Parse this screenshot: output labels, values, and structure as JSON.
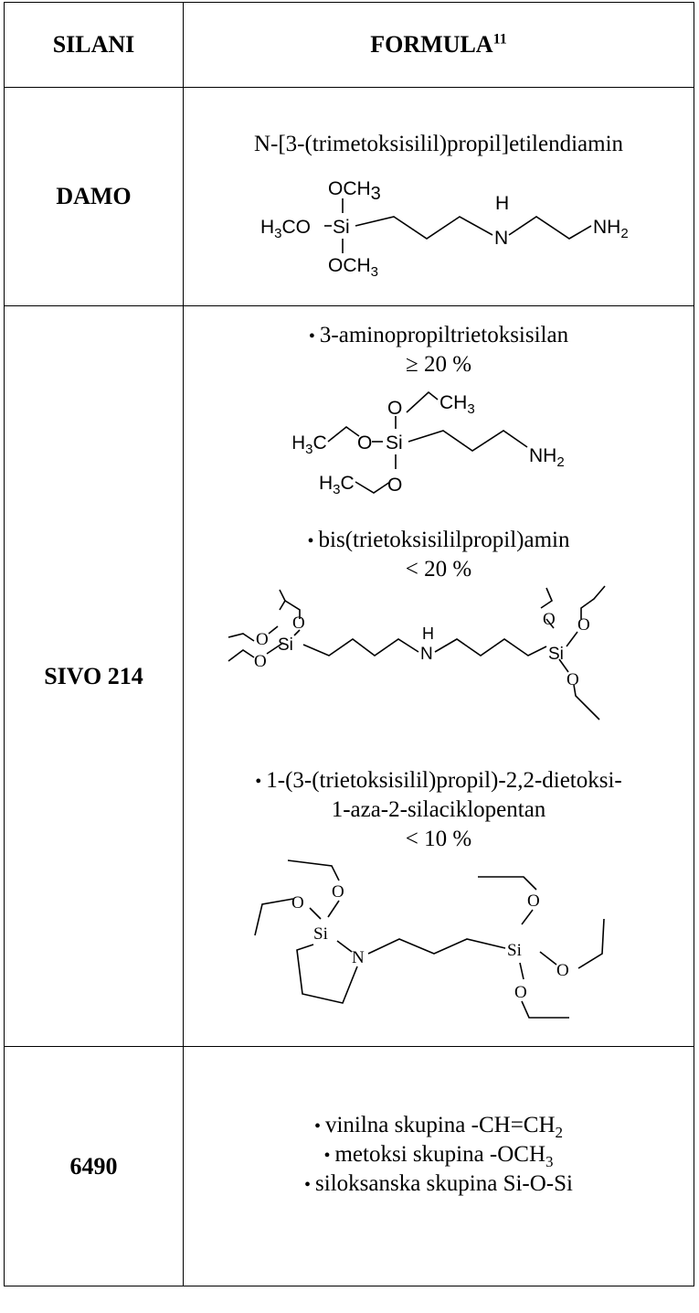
{
  "header": {
    "col1": "SILANI",
    "col2": "FORMULA",
    "col2_sup": "11"
  },
  "rows": [
    {
      "name": "DAMO",
      "compounds": [
        {
          "label": "N-[3-(trimetoksisilil)propil]etilendiamin",
          "atoms": {
            "och3_top": "OCH",
            "och3_top_sub": "3",
            "h3co": "H",
            "h3co_sub": "3",
            "h3co_rest": "CO",
            "si": "Si",
            "och3_bot": "OCH",
            "och3_bot_sub": "3",
            "nh_h": "H",
            "n": "N",
            "nh2": "NH",
            "nh2_sub": "2"
          }
        }
      ]
    },
    {
      "name": "SIVO 214",
      "compounds": [
        {
          "label": "3-aminopropiltrietoksisilan",
          "amount": "≥ 20 %",
          "atoms": {
            "o_top": "O",
            "ch3": "CH",
            "ch3_sub": "3",
            "h3c_a": "H",
            "h3c_a_sub": "3",
            "h3c_a_rest": "C",
            "o_left": "O",
            "si": "Si",
            "nh2": "NH",
            "nh2_sub": "2",
            "h3c_b": "H",
            "h3c_b_sub": "3",
            "h3c_b_rest": "C",
            "o_bot": "O"
          }
        },
        {
          "label": "bis(trietoksisililpropil)amin",
          "amount": "< 20 %",
          "atoms": {
            "o1": "O",
            "o2": "O",
            "si_l": "Si",
            "o3": "O",
            "h": "H",
            "n": "N",
            "o4": "O",
            "o5": "O",
            "si_r": "Si",
            "o6": "O"
          }
        },
        {
          "label_line1": "1-(3-(trietoksisilil)propil)-2,2-dietoksi-",
          "label_line2": "1-aza-2-silaciklopentan",
          "amount": "< 10 %",
          "atoms": {
            "o1": "O",
            "o2": "O",
            "si_l": "Si",
            "n": "N",
            "o3": "O",
            "si_r": "Si",
            "o4": "O",
            "o5": "O"
          }
        }
      ]
    },
    {
      "name": "6490",
      "groups": [
        {
          "text": "vinilna skupina -CH=CH",
          "sub": "2"
        },
        {
          "text": "metoksi skupina -OCH",
          "sub": "3"
        },
        {
          "text": "siloksanska skupina Si-O-Si",
          "sub": ""
        }
      ]
    }
  ]
}
